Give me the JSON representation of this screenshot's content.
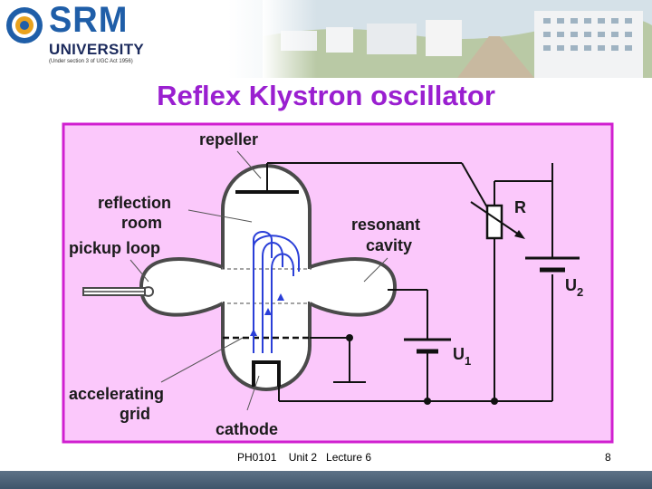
{
  "header": {
    "brand": "SRM",
    "university": "UNIVERSITY",
    "subtitle": "(Under section 3 of UGC Act 1956)"
  },
  "slide": {
    "title": "Reflex Klystron oscillator"
  },
  "diagram": {
    "labels": {
      "repeller": "repeller",
      "reflection_line1": "reflection",
      "reflection_line2": "room",
      "pickup_loop": "pickup loop",
      "resonant_line1": "resonant",
      "resonant_line2": "cavity",
      "resistor": "R",
      "u2_main": "U",
      "u2_sub": "2",
      "u1_main": "U",
      "u1_sub": "1",
      "accel_line1": "accelerating",
      "accel_line2": "grid",
      "cathode": "cathode"
    },
    "colors": {
      "background": "#fbc8fb",
      "border": "#d020d0",
      "electron_paths": "#2a3fd8"
    }
  },
  "footer": {
    "course": "PH0101    Unit 2   Lecture 6",
    "page": "8"
  }
}
